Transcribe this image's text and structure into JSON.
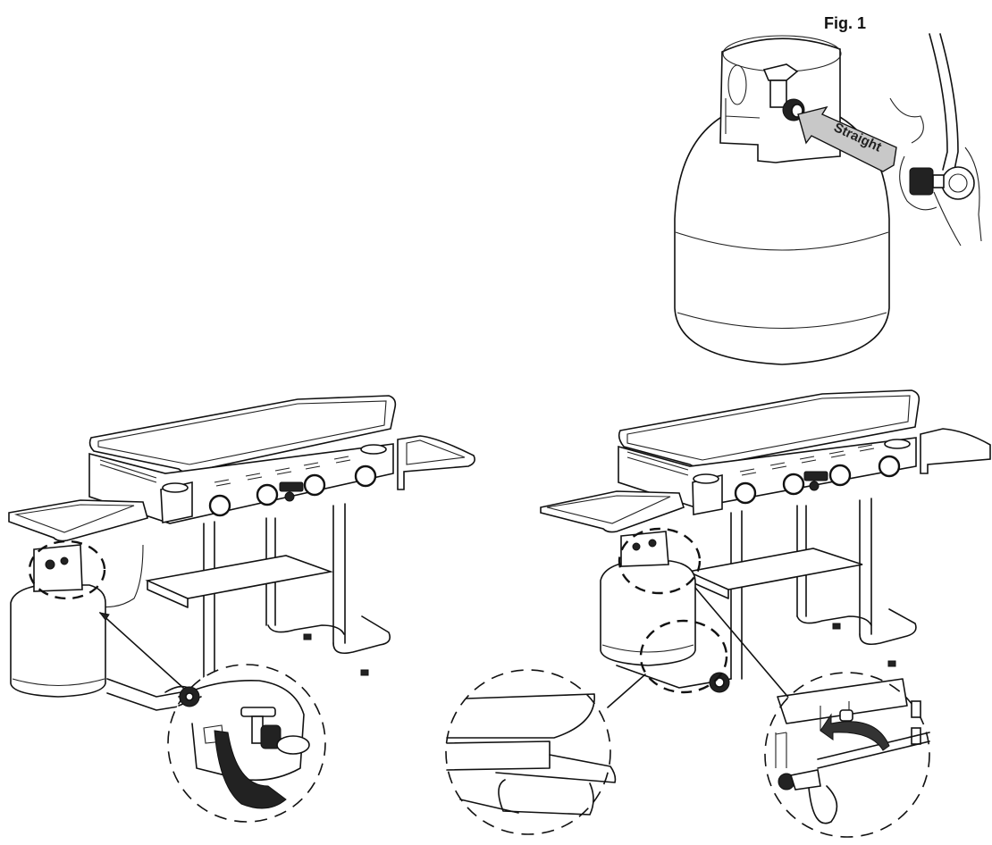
{
  "figure": {
    "label": "Fig. 1",
    "arrow_label": "Straight"
  },
  "panels": [
    {
      "id": "fig1",
      "description": "Connecting regulator straight onto propane tank valve"
    },
    {
      "id": "left-griddle",
      "description": "Griddle with tank hung on left side; detail of tank valve and regulator connection"
    },
    {
      "id": "right-griddle",
      "description": "Griddle with tank mounted under side shelf; details of tank base seating and hose rotation"
    }
  ],
  "colors": {
    "line": "#111111",
    "arrow_fill": "#c8c8c8",
    "background": "#ffffff"
  }
}
